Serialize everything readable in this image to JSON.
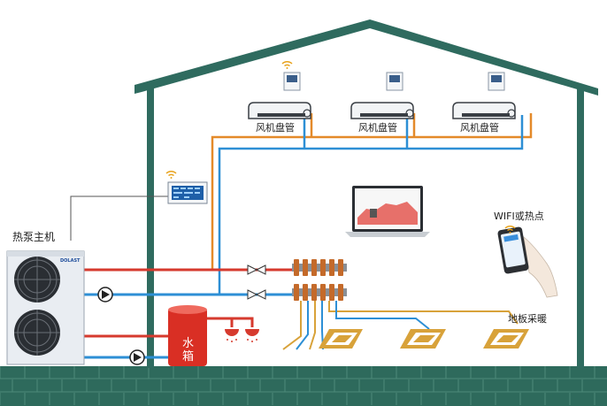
{
  "labels": {
    "fan_coil": "风机盘管",
    "heat_pump": "热泵主机",
    "wifi_hotspot": "WIFI或热点",
    "floor_heating": "地板采暖",
    "water_tank_line1": "水",
    "water_tank_line2": "箱",
    "brand": "DOLAST"
  },
  "colors": {
    "house": "#2f6b5f",
    "hot_pipe": "#d63a2e",
    "cold_pipe": "#2d8fd5",
    "copper_pipe": "#e48a2a",
    "tank": "#d92f24",
    "ground": "#2e6a5c"
  },
  "icons": [
    "wifi-icon",
    "circulation-pump-icon",
    "valve-icon",
    "laptop-icon",
    "phone-icon",
    "fan-icon"
  ]
}
